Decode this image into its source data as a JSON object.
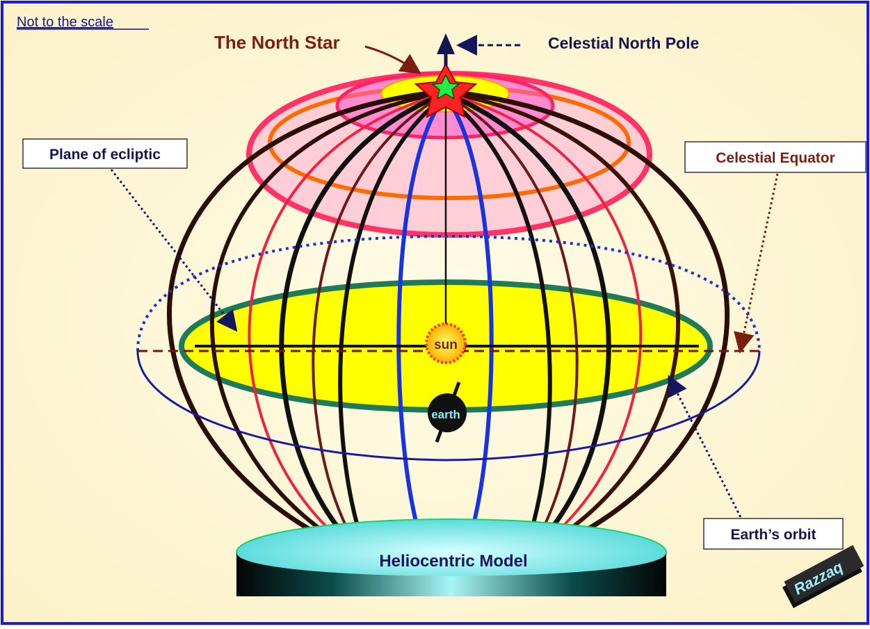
{
  "labels": {
    "not_to_scale": "Not to the scale",
    "north_star": "The North Star",
    "celestial_north_pole": "Celestial North Pole",
    "plane_of_ecliptic": "Plane of ecliptic",
    "celestial_equator": "Celestial Equator",
    "earths_orbit": "Earth’s orbit",
    "sun": "sun",
    "earth": "earth",
    "base_title": "Heliocentric Model",
    "signature": "Razzaq"
  },
  "colors": {
    "frame": "#1a1ad8",
    "background": "#fdf7d8",
    "north_star_text": "#7a1f10",
    "pole_text": "#151550",
    "ecliptic_fill": "#ffff00",
    "ecliptic_rim": "#1f7a5a",
    "orbit": "#1a1aa0",
    "equator_line": "#7a1010",
    "cap_pink": "#ffb0c8",
    "cap_magenta": "#ff33cc",
    "cap_orange": "#ff6a00",
    "meridian_dark": "#2a0e08",
    "meridian_blue": "#1a33e0",
    "meridian_red": "#ee2244",
    "base_teal": "#0c6a6a"
  }
}
